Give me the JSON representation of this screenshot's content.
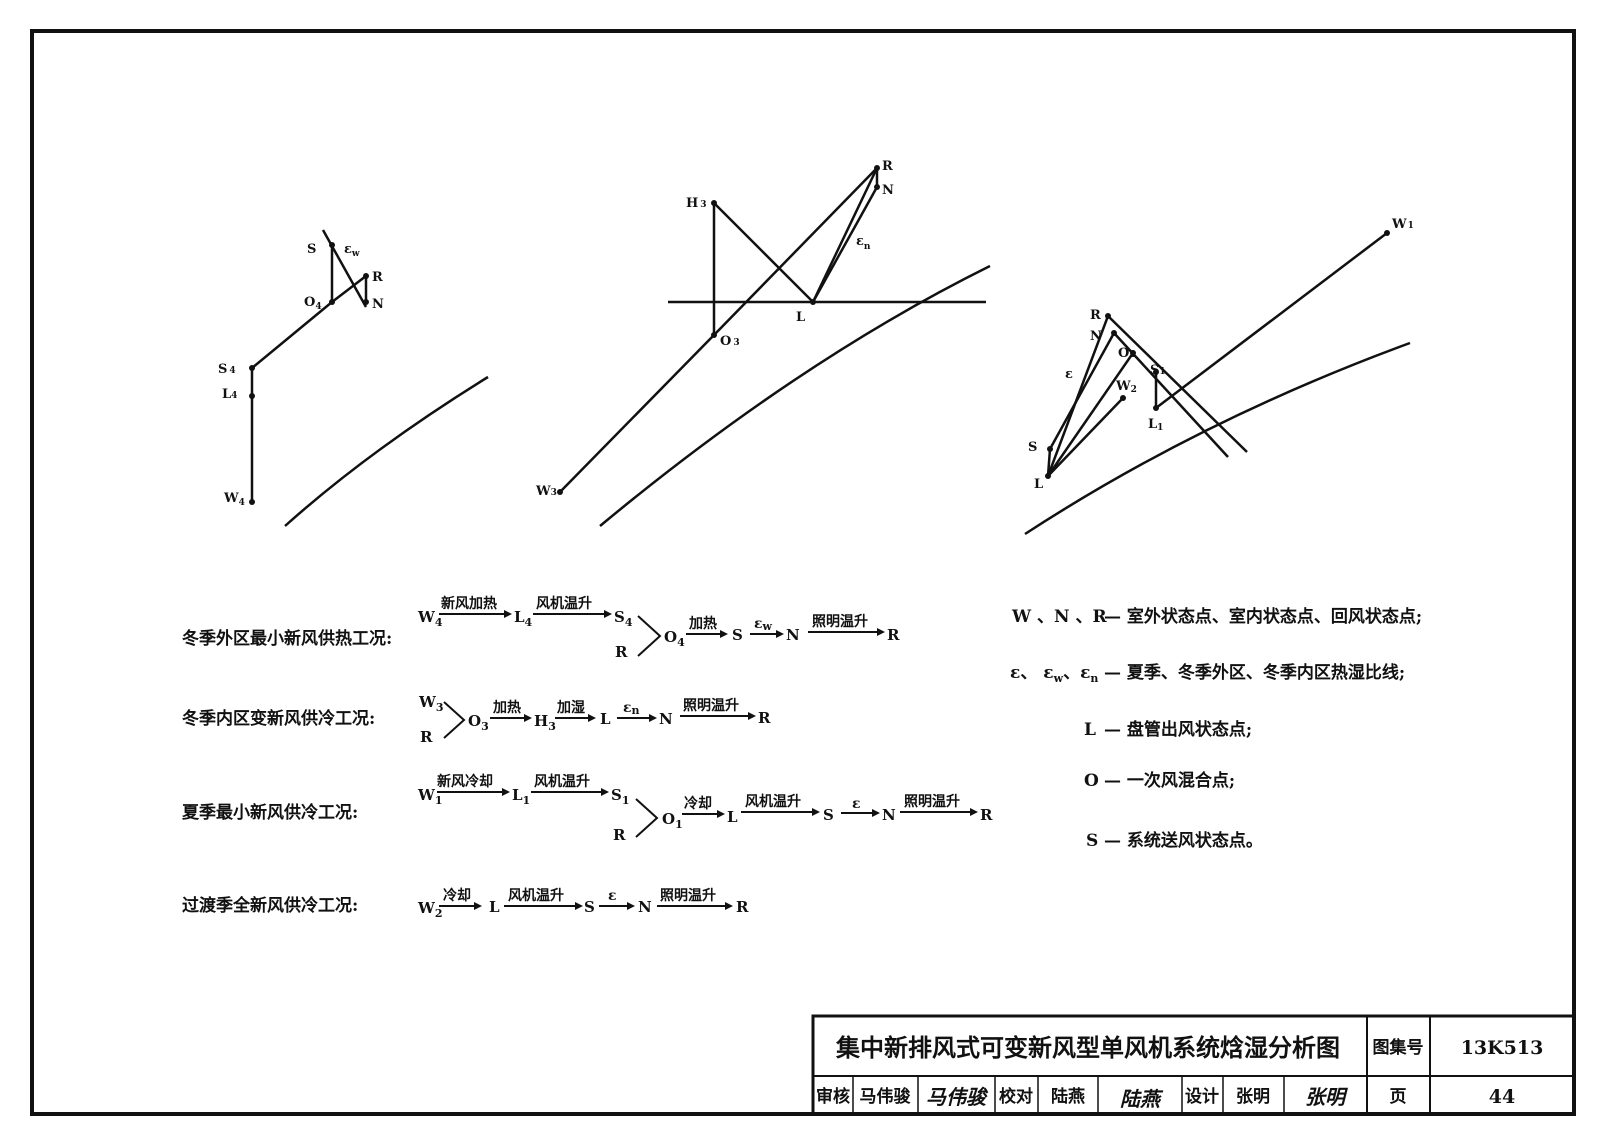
{
  "diagram_winter_exterior": {
    "points": {
      "S": "S",
      "eps_main": "ε",
      "eps_sub": "w",
      "R": "R",
      "O": "O",
      "O_sub": "4",
      "N": "N",
      "S4": "S",
      "S4_sub": "4",
      "L4": "L",
      "L4_sub": "4",
      "W4": "W",
      "W4_sub": "4"
    }
  },
  "diagram_winter_interior": {
    "points": {
      "H": "H",
      "H_sub": "3",
      "R": "R",
      "N": "N",
      "eps_main": "ε",
      "eps_sub": "n",
      "L": "L",
      "O": "O",
      "O_sub": "3",
      "W": "W",
      "W_sub": "3"
    }
  },
  "diagram_summer": {
    "points": {
      "W1": "W",
      "W1_sub": "1",
      "R": "R",
      "N": "N",
      "O": "O",
      "O_sub": "1",
      "S1": "S",
      "S1_sub": "1",
      "eps": "ε",
      "W2": "W",
      "W2_sub": "2",
      "L1": "L",
      "L1_sub": "1",
      "S": "S",
      "L": "L"
    }
  },
  "processes": {
    "p1": {
      "caption": "冬季外区最小新风供热工况:",
      "W": "W",
      "W_sub": "4",
      "a1": "新风加热",
      "L": "L",
      "L_sub": "4",
      "a2": "风机温升",
      "S": "S",
      "S_sub": "4",
      "R": "R",
      "O": "O",
      "O_sub": "4",
      "a3": "加热",
      "S2": "S",
      "a4_main": "ε",
      "a4_sub": "w",
      "N": "N",
      "a5": "照明温升",
      "R2": "R"
    },
    "p2": {
      "caption": "冬季内区变新风供冷工况:",
      "W": "W",
      "W_sub": "3",
      "R": "R",
      "O": "O",
      "O_sub": "3",
      "a1": "加热",
      "H": "H",
      "H_sub": "3",
      "a2": "加湿",
      "L": "L",
      "a3_main": "ε",
      "a3_sub": "n",
      "N": "N",
      "a4": "照明温升",
      "R2": "R"
    },
    "p3": {
      "caption": "夏季最小新风供冷工况:",
      "W": "W",
      "W_sub": "1",
      "a1": "新风冷却",
      "L": "L",
      "L_sub": "1",
      "a2": "风机温升",
      "S": "S",
      "S_sub": "1",
      "R": "R",
      "O": "O",
      "O_sub": "1",
      "a3": "冷却",
      "L2": "L",
      "a4": "风机温升",
      "S2": "S",
      "a5": "ε",
      "N": "N",
      "a6": "照明温升",
      "R2": "R"
    },
    "p4": {
      "caption": "过渡季全新风供冷工况:",
      "W": "W",
      "W_sub": "2",
      "a1": "冷却",
      "L": "L",
      "a2": "风机温升",
      "S": "S",
      "a3": "ε",
      "N": "N",
      "a4": "照明温升",
      "R": "R"
    }
  },
  "legend": {
    "l1_key": "W 、N 、R",
    "l1_text": "— 室外状态点、室内状态点、回风状态点;",
    "l2_key_a": "ε、 ε",
    "l2_sub_w": "w",
    "l2_key_b": "、ε",
    "l2_sub_n": "n",
    "l2_text": "— 夏季、冬季外区、冬季内区热湿比线;",
    "l3_key": "L",
    "l3_text": "— 盘管出风状态点;",
    "l4_key": "O",
    "l4_text": "— 一次风混合点;",
    "l5_key": "S",
    "l5_text": "— 系统送风状态点。"
  },
  "title_block": {
    "title": "集中新排风式可变新风型单风机系统焓湿分析图",
    "atlas_label": "图集号",
    "atlas_no": "13K513",
    "review_label": "审核",
    "reviewer": "马伟骏",
    "check_label": "校对",
    "checker": "陆燕",
    "design_label": "设计",
    "designer": "张明",
    "page_label": "页",
    "page_no": "44"
  }
}
